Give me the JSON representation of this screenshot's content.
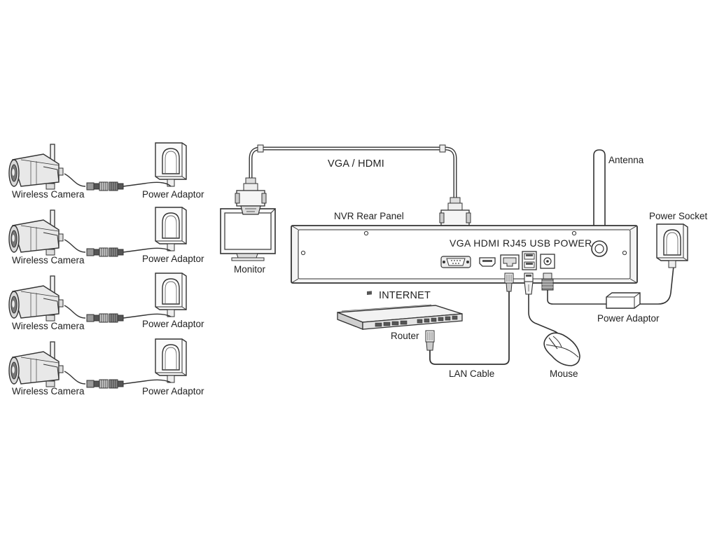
{
  "cameras": [
    {
      "camera_label": "Wireless Camera",
      "adaptor_label": "Power Adaptor"
    },
    {
      "camera_label": "Wireless Camera",
      "adaptor_label": "Power Adaptor"
    },
    {
      "camera_label": "Wireless Camera",
      "adaptor_label": "Power Adaptor"
    },
    {
      "camera_label": "Wireless Camera",
      "adaptor_label": "Power Adaptor"
    }
  ],
  "labels": {
    "monitor": "Monitor",
    "vga_hdmi": "VGA / HDMI",
    "nvr_rear_panel": "NVR Rear Panel",
    "ports": "VGA  HDMI RJ45 USB POWER",
    "antenna": "Antenna",
    "power_socket": "Power Socket",
    "power_adaptor": "Power Adaptor",
    "internet": "INTERNET",
    "router": "Router",
    "lan_cable": "LAN Cable",
    "mouse": "Mouse"
  },
  "colors": {
    "stroke": "#333333",
    "text": "#222222",
    "fill_light": "#f2f2f2",
    "fill_mid": "#cfcfcf",
    "fill_dark": "#555555"
  }
}
